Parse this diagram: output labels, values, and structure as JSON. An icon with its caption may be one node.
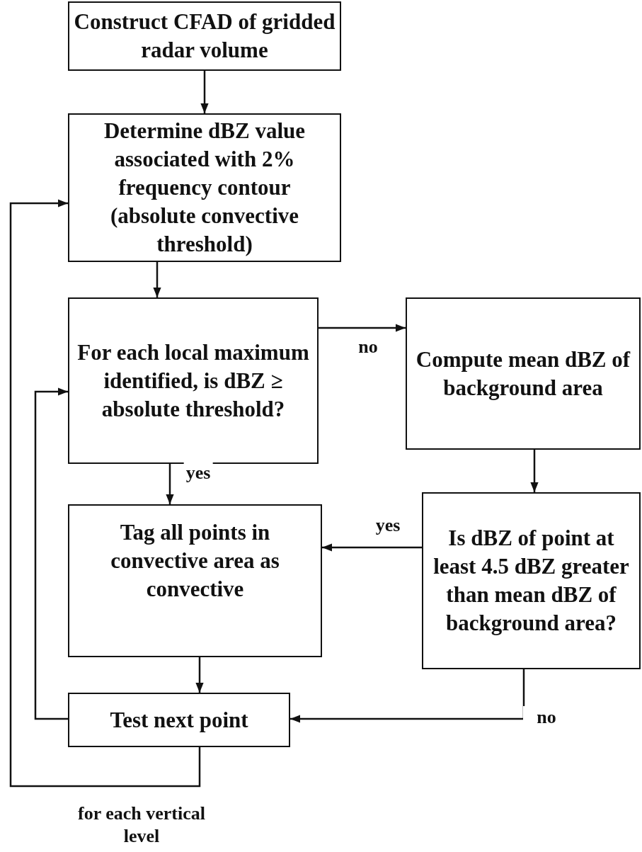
{
  "diagram": {
    "nodes": [
      {
        "text": [
          "Construct CFAD of gridded radar volume"
        ]
      },
      {
        "text": [
          "Determine dBZ value associated with 2% frequency contour (absolute convective threshold)"
        ]
      },
      {
        "text": [
          "For each local maximum identified, is dBZ ≥ absolute threshold?"
        ]
      },
      {
        "text": [
          "Compute mean dBZ of background area"
        ]
      },
      {
        "text": [
          "Tag all points in convective area as convective"
        ]
      },
      {
        "text": [
          "Is dBZ of point at least 4.5 dBZ greater than mean dBZ of background area?"
        ]
      },
      {
        "text": [
          "Test next point"
        ]
      }
    ],
    "edges": [
      {
        "from": 0,
        "to": 1,
        "arrow": "to"
      },
      {
        "from": 1,
        "to": 2,
        "arrow": "to"
      },
      {
        "from": 2,
        "to": 3,
        "arrow": "to",
        "label": "no"
      },
      {
        "from": 2,
        "to": 4,
        "arrow": "to",
        "label": "yes"
      },
      {
        "from": 3,
        "to": 5,
        "arrow": "to"
      },
      {
        "from": 5,
        "to": 4,
        "arrow": "to",
        "label": "yes"
      },
      {
        "from": 4,
        "to": 6,
        "arrow": "to"
      },
      {
        "from": 5,
        "to": 6,
        "arrow": "to",
        "label": "no"
      },
      {
        "from": 6,
        "to": 2,
        "arrow": "to"
      },
      {
        "from": 6,
        "to": 1,
        "arrow": "to",
        "label": "for each vertical level"
      }
    ]
  }
}
